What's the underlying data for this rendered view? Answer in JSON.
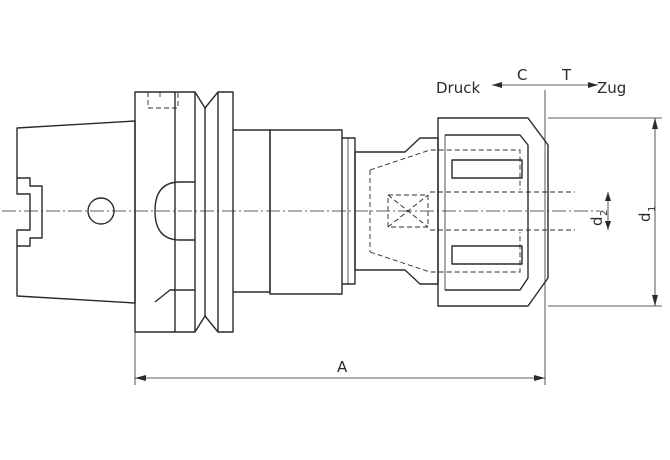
{
  "labels": {
    "druck": "Druck",
    "c": "C",
    "t": "T",
    "zug": "Zug",
    "a": "A",
    "d1_base": "d",
    "d1_sub": "1",
    "d2_base": "d",
    "d2_sub": "2"
  },
  "colors": {
    "ink": "#2b2b2b",
    "background": "#ffffff"
  }
}
